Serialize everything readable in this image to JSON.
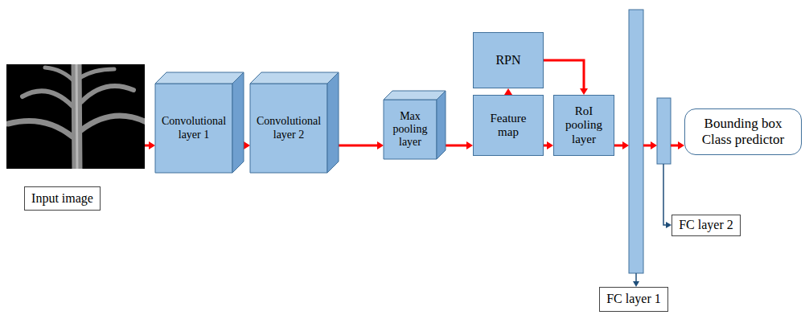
{
  "diagram": {
    "nodes": [
      {
        "text": [
          "Input image"
        ]
      },
      {
        "text": [
          "Convolutional layer 1"
        ]
      },
      {
        "text": [
          "Convolutional layer 2"
        ]
      },
      {
        "text": [
          "Max pooling layer"
        ]
      },
      {
        "text": [
          "RPN"
        ]
      },
      {
        "text": [
          "Feature map"
        ]
      },
      {
        "text": [
          "RoI pooling layer"
        ]
      },
      {
        "text": [
          "Bounding box Class predictor"
        ]
      },
      {
        "text": [
          "FC layer 2"
        ]
      },
      {
        "text": [
          "FC layer 1"
        ]
      }
    ],
    "edges": [
      {
        "from": 1,
        "to": 2,
        "arrow": "to"
      },
      {
        "from": 2,
        "to": 3,
        "arrow": "to"
      },
      {
        "from": 3,
        "to": 5,
        "arrow": "to"
      },
      {
        "from": 5,
        "to": 4,
        "arrow": "to"
      },
      {
        "from": 4,
        "to": 6,
        "arrow": "to"
      },
      {
        "from": 5,
        "to": 6,
        "arrow": "to"
      }
    ]
  }
}
